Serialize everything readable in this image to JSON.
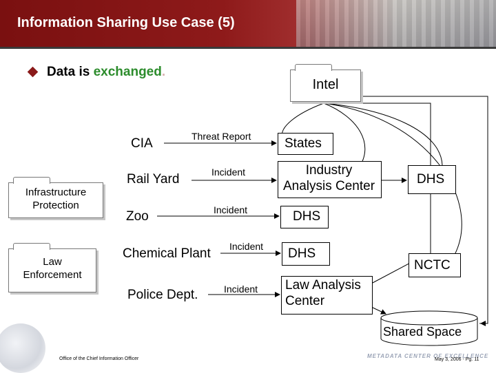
{
  "header": {
    "title": "Information Sharing Use Case (5)"
  },
  "bullet": {
    "prefix": "Data is ",
    "highlight": "exchanged",
    "suffix": "."
  },
  "sources": {
    "cia": "CIA",
    "rail_yard": "Rail Yard",
    "zoo": "Zoo",
    "chemical_plant": "Chemical Plant",
    "police_dept": "Police Dept."
  },
  "messages": {
    "threat_report": "Threat Report",
    "incident_1": "Incident",
    "incident_2": "Incident",
    "incident_3": "Incident",
    "incident_4": "Incident"
  },
  "targets": {
    "states": "States",
    "industry_analysis_center": [
      "Industry",
      "Analysis Center"
    ],
    "dhs_1": "DHS",
    "dhs_2": "DHS",
    "law_analysis_center": [
      "Law Analysis",
      "Center"
    ],
    "dhs_right": "DHS",
    "nctc": "NCTC",
    "shared_space": "Shared Space"
  },
  "folders": {
    "intel": "Intel",
    "infrastructure_protection": [
      "Infrastructure",
      "Protection"
    ],
    "law_enforcement": [
      "Law",
      "Enforcement"
    ]
  },
  "footer": {
    "office": "Office of the Chief Information Officer",
    "logo": "METADATA CENTER OF EXCELLENCE",
    "date_page": "May 3, 2006  -  Pg. 11"
  }
}
